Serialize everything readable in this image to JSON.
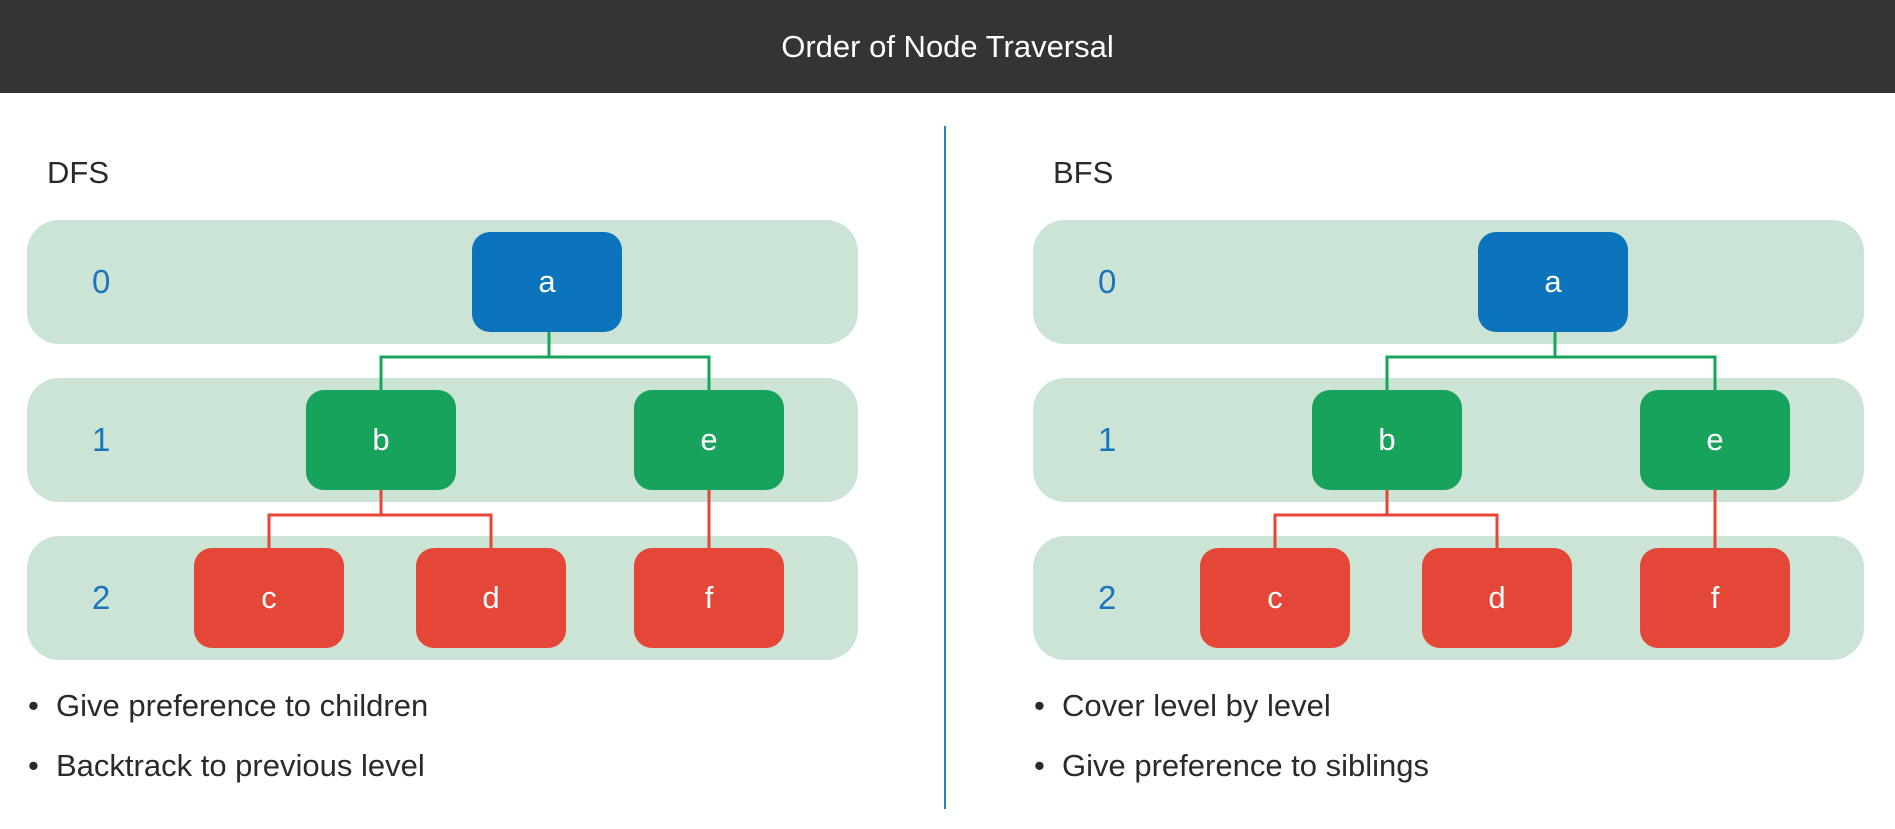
{
  "header": {
    "title": "Order of Node Traversal"
  },
  "colors": {
    "header_bg": "#333535",
    "band": "#cce4d5",
    "level_label": "#1a75bb",
    "divider": "#2f7fb4",
    "level0": "#0b74bd",
    "level1": "#18a35c",
    "level2": "#e44637"
  },
  "panels": [
    {
      "title": "DFS",
      "levels": [
        "0",
        "1",
        "2"
      ],
      "nodes": {
        "a": "a",
        "b": "b",
        "e": "e",
        "c": "c",
        "d": "d",
        "f": "f"
      },
      "bullets": [
        "Give preference to children",
        "Backtrack to previous level"
      ]
    },
    {
      "title": "BFS",
      "levels": [
        "0",
        "1",
        "2"
      ],
      "nodes": {
        "a": "a",
        "b": "b",
        "e": "e",
        "c": "c",
        "d": "d",
        "f": "f"
      },
      "bullets": [
        "Cover level by level",
        "Give preference to siblings"
      ]
    }
  ],
  "bullet_marker": "•"
}
